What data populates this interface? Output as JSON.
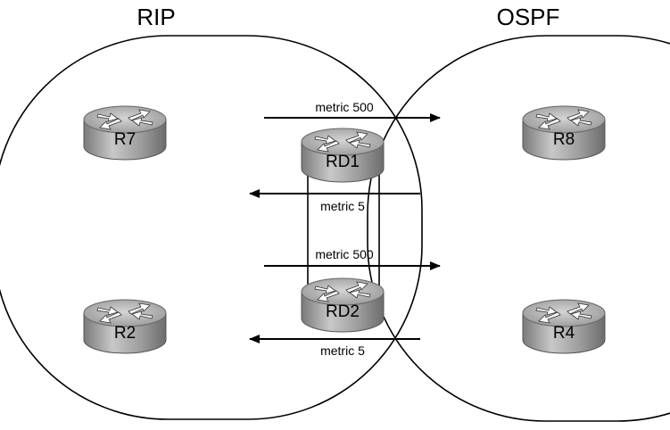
{
  "domains": {
    "left": {
      "title": "RIP"
    },
    "right": {
      "title": "OSPF"
    }
  },
  "routers": {
    "r7": "R7",
    "r2": "R2",
    "r8": "R8",
    "r4": "R4",
    "rd1": "RD1",
    "rd2": "RD2"
  },
  "redistribution": {
    "rd1_into_ospf": "metric 500",
    "rd1_into_rip": "metric 5",
    "rd2_into_ospf": "metric 500",
    "rd2_into_rip": "metric 5"
  },
  "colors": {
    "router_face": "#8c8c8c",
    "router_top": "#c8c8c8",
    "router_arrows": "#ffffff",
    "line": "#000000"
  },
  "icons": {
    "router": "router-icon"
  }
}
